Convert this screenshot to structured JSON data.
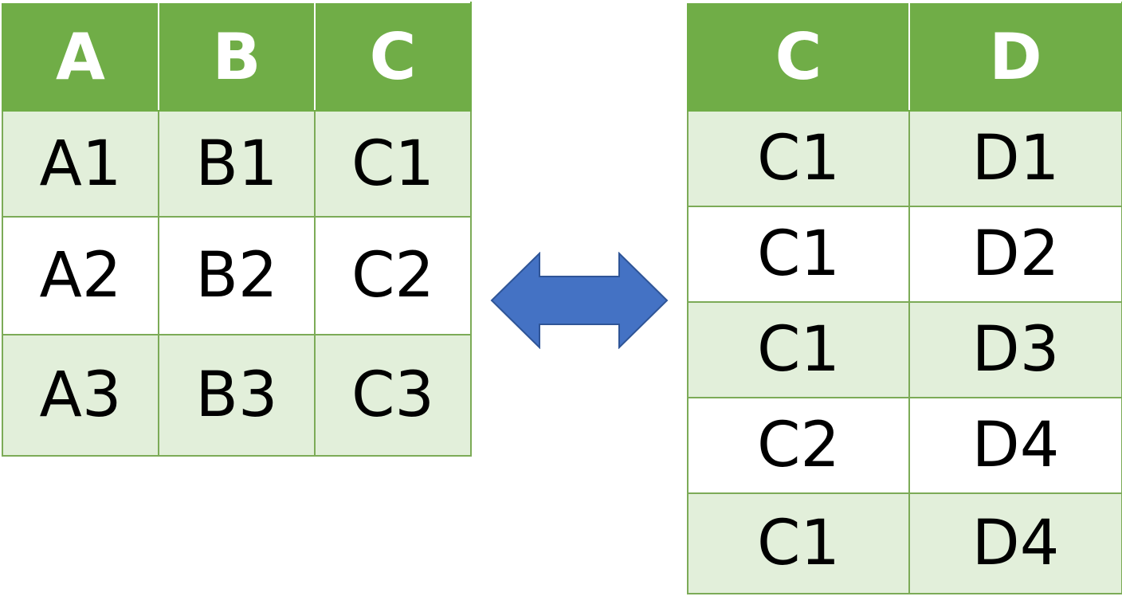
{
  "left_table": {
    "headers": [
      "A",
      "B",
      "C"
    ],
    "rows": [
      [
        "A1",
        "B1",
        "C1"
      ],
      [
        "A2",
        "B2",
        "C2"
      ],
      [
        "A3",
        "B3",
        "C3"
      ]
    ]
  },
  "right_table": {
    "headers": [
      "C",
      "D"
    ],
    "rows": [
      [
        "C1",
        "D1"
      ],
      [
        "C1",
        "D2"
      ],
      [
        "C1",
        "D3"
      ],
      [
        "C2",
        "D4"
      ],
      [
        "C1",
        "D4"
      ]
    ]
  },
  "colors": {
    "header_fill": "#70ad47",
    "header_text": "#ffffff",
    "band_fill": "#e2efda",
    "grid_line": "#7cab57",
    "arrow_fill": "#4472c4",
    "arrow_stroke": "#2f5597"
  },
  "connector": {
    "icon": "double-headed-arrow-icon"
  }
}
